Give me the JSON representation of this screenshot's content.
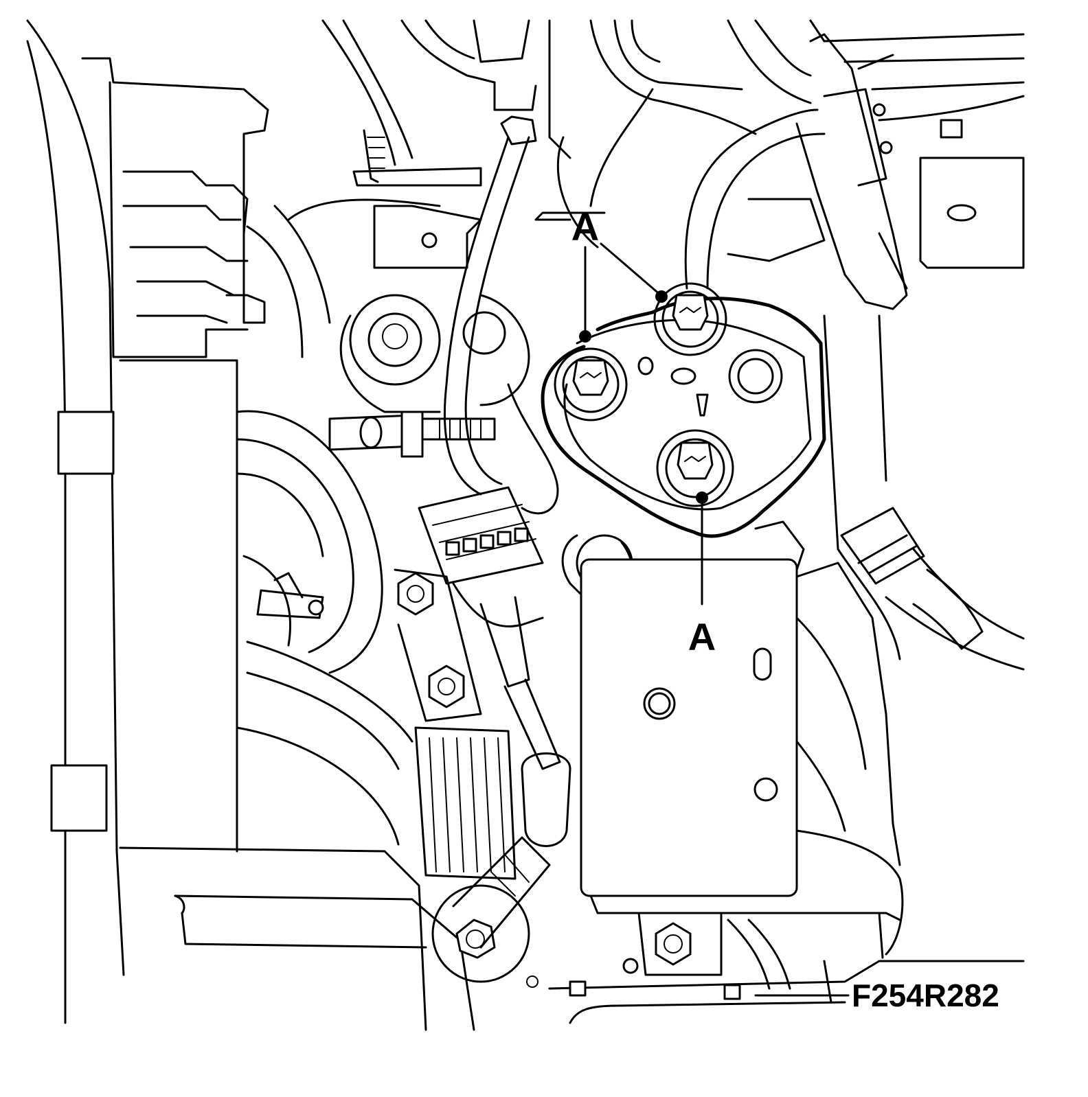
{
  "figure": {
    "figure_id": "F254R282"
  },
  "callouts": [
    {
      "id": "callout-a-top",
      "label": "A"
    },
    {
      "id": "callout-a-bottom",
      "label": "A"
    }
  ]
}
